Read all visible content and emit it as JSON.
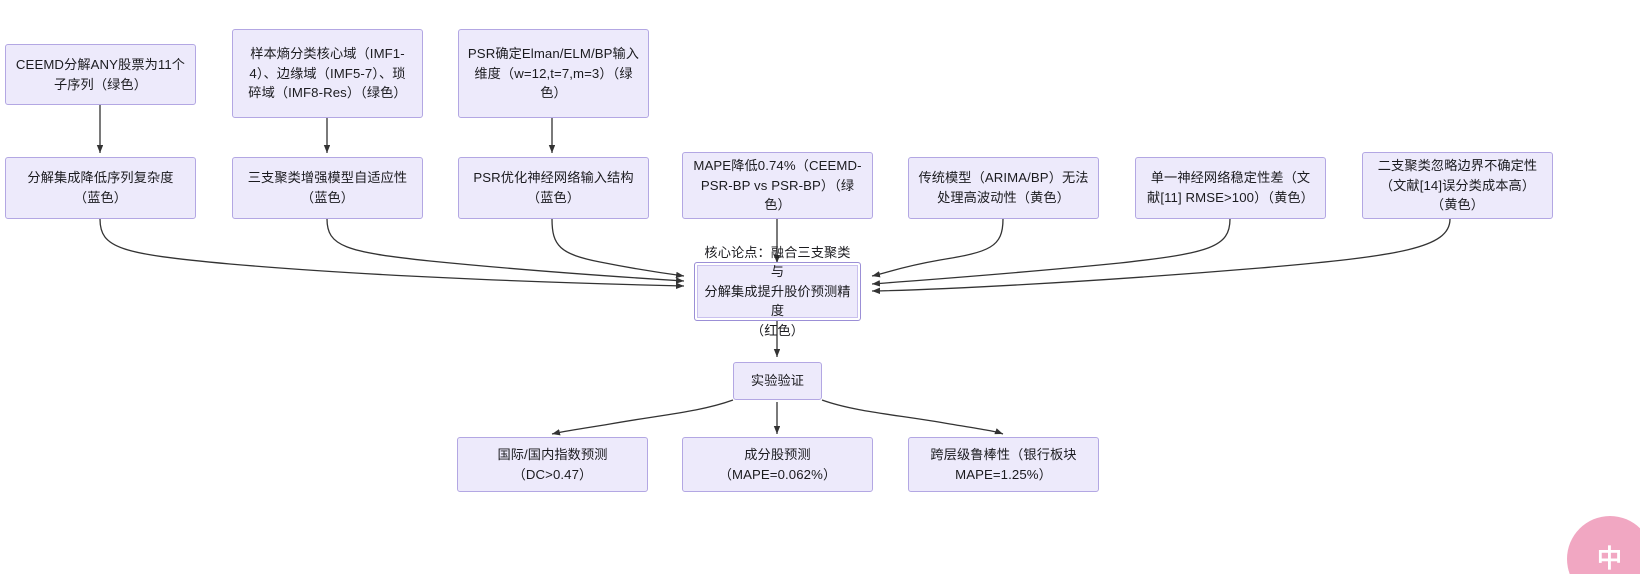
{
  "diagram": {
    "type": "flowchart",
    "title": "",
    "orientation": "top-down",
    "theme": {
      "node_fill": "#EDEAFB",
      "node_border": "#B3A7E3",
      "core_border": "#9B8FD6",
      "edge_color": "#333333",
      "background": "#FFFFFF",
      "watermark_color": "#F0A0BD"
    },
    "nodes": {
      "ceemd_decompose": "CEEMD分解ANY股票为11个\n子序列（绿色）",
      "sample_entropy": "样本熵分类核心域（IMF1-\n4）、边缘域（IMF5-7）、琐\n碎域（IMF8-Res）（绿色）",
      "psr_dimension": "PSR确定Elman/ELM/BP输入\n维度（w=12,t=7,m=3）（绿\n色）",
      "decompose_complexity": "分解集成降低序列复杂度\n（蓝色）",
      "three_way_adaptive": "三支聚类增强模型自适应性\n（蓝色）",
      "psr_optimize": "PSR优化神经网络输入结构\n（蓝色）",
      "mape_reduction": "MAPE降低0.74%（CEEMD-\nPSR-BP vs PSR-BP）（绿\n色）",
      "traditional_model": "传统模型（ARIMA/BP）无法\n处理高波动性（黄色）",
      "single_network": "单一神经网络稳定性差（文\n献[11] RMSE>100）（黄色）",
      "two_way_cluster": "二支聚类忽略边界不确定性\n（文献[14]误分类成本高）\n（黄色）",
      "core_claim": "核心论点：融合三支聚类与\n分解集成提升股价预测精度\n（红色）",
      "experiment": "实验验证",
      "index_forecast": "国际/国内指数预测\n（DC>0.47）",
      "component_forecast": "成分股预测\n（MAPE=0.062%）",
      "cross_level_robust": "跨层级鲁棒性（银行板块\nMAPE=1.25%）"
    },
    "edges": [
      {
        "from": "ceemd_decompose",
        "to": "decompose_complexity"
      },
      {
        "from": "sample_entropy",
        "to": "three_way_adaptive"
      },
      {
        "from": "psr_dimension",
        "to": "psr_optimize"
      },
      {
        "from": "decompose_complexity",
        "to": "core_claim"
      },
      {
        "from": "three_way_adaptive",
        "to": "core_claim"
      },
      {
        "from": "psr_optimize",
        "to": "core_claim"
      },
      {
        "from": "mape_reduction",
        "to": "core_claim"
      },
      {
        "from": "traditional_model",
        "to": "core_claim"
      },
      {
        "from": "single_network",
        "to": "core_claim"
      },
      {
        "from": "two_way_cluster",
        "to": "core_claim"
      },
      {
        "from": "core_claim",
        "to": "experiment"
      },
      {
        "from": "experiment",
        "to": "index_forecast"
      },
      {
        "from": "experiment",
        "to": "component_forecast"
      },
      {
        "from": "experiment",
        "to": "cross_level_robust"
      }
    ]
  },
  "watermark": {
    "text": "中"
  }
}
